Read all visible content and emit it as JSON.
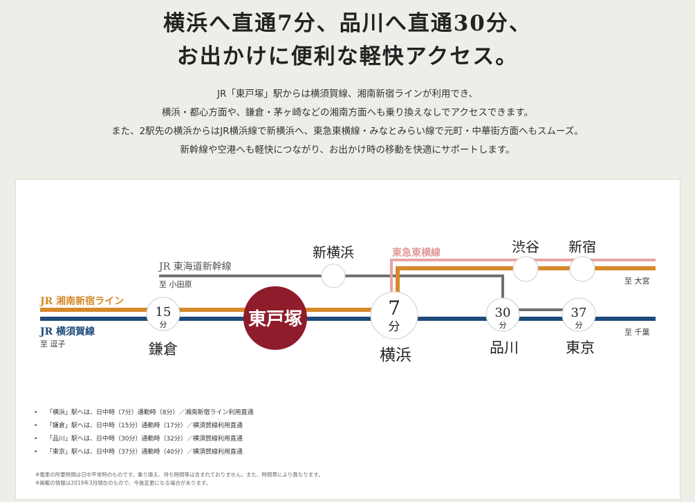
{
  "headline": {
    "line1": "横浜へ直通7分、品川へ直通30分、",
    "line2": "お出かけに便利な軽快アクセス。"
  },
  "intro": [
    "JR「東戸塚」駅からは横須賀線、湘南新宿ラインが利用でき、",
    "横浜・都心方面や、鎌倉・茅ヶ崎などの湘南方面へも乗り換えなしでアクセスできます。",
    "また、2駅先の横浜からはJR横浜線で新横浜へ、東急東横線・みなとみらい線で元町・中華街方面へもスムーズ。",
    "新幹線や空港へも軽快につながり、お出かけ時の移動を快適にサポートします。"
  ],
  "map": {
    "lines": {
      "shinkansen": "JR 東海道新幹線",
      "shonan": "JR 湘南新宿ライン",
      "yokosuka": "JR 横須賀線",
      "tokyu": "東急東横線"
    },
    "destinations": {
      "odawara": "至 小田原",
      "zushi": "至 逗子",
      "omiya": "至 大宮",
      "chiba": "至 千葉"
    },
    "colors": {
      "shonan": "#d6892a",
      "yokosuka": "#1f4a7a",
      "shinkansen": "#707070",
      "tokyu": "#e8a3a3",
      "home": "#8e1c2a"
    },
    "stations": {
      "home": "東戸塚",
      "kamakura": {
        "name": "鎌倉",
        "min": "15",
        "unit": "分"
      },
      "yokohama": {
        "name": "横浜",
        "min": "7",
        "unit": "分"
      },
      "shinagawa": {
        "name": "品川",
        "min": "30",
        "unit": "分"
      },
      "tokyo": {
        "name": "東京",
        "min": "37",
        "unit": "分"
      },
      "shinyokohama": {
        "name": "新横浜"
      },
      "shibuya": {
        "name": "渋谷"
      },
      "shinjuku": {
        "name": "新宿"
      }
    }
  },
  "notes": [
    "「横浜」駅へは、日中時（7分）通勤時（8分）／湘南新宿ライン利用直通",
    "「鎌倉」駅へは、日中時（15分）通勤時（17分）／横須賀線利用直通",
    "「品川」駅へは、日中時（30分）通勤時（32分）／横須賀線利用直通",
    "「東京」駅へは、日中時（37分）通勤時（40分）／横須賀線利用直通"
  ],
  "footnotes": [
    "※電車の所要時間は日中平常時のものです。乗り換え、待ち時間等は含まれておりません。また、時間帯により異なります。",
    "※掲載の情報は2019年3月現在のもので、今後変更になる場合があります。"
  ]
}
